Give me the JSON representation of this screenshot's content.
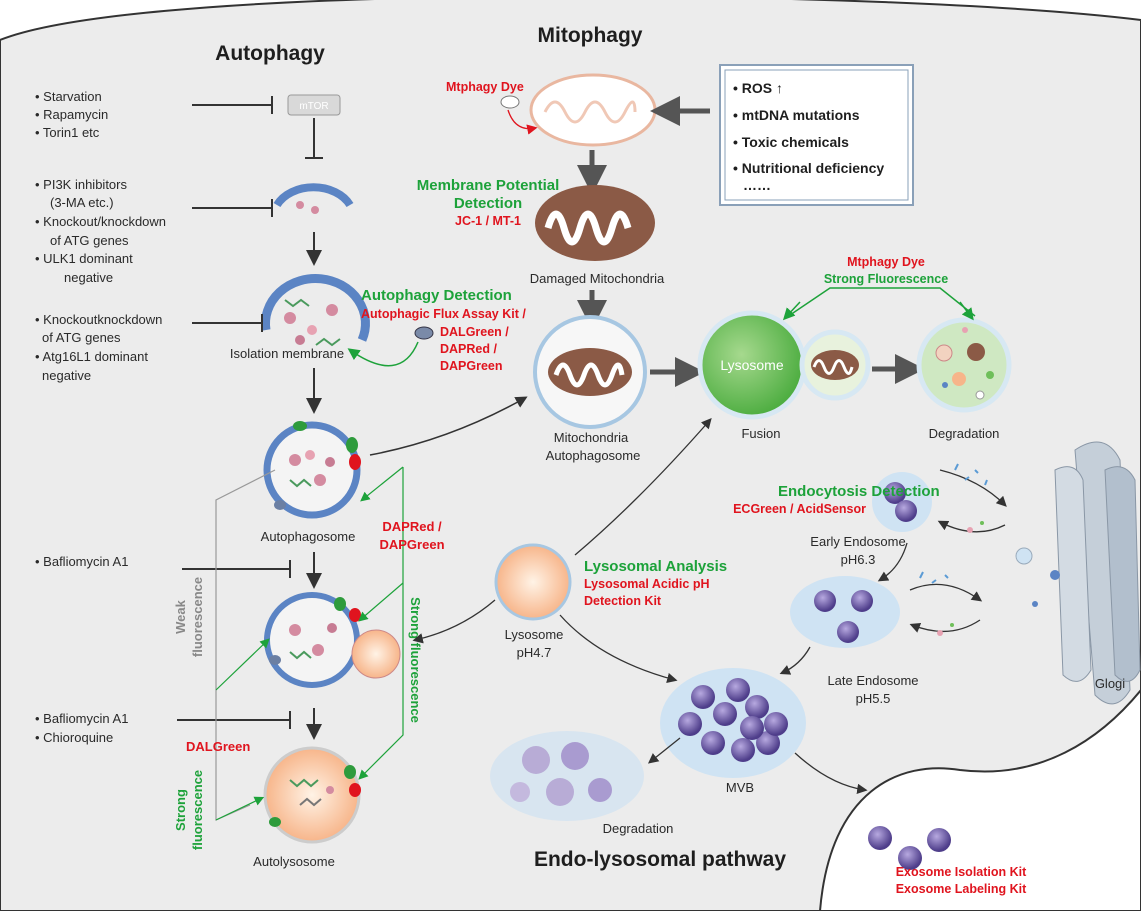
{
  "titles": {
    "autophagy": "Autophagy",
    "mitophagy": "Mitophagy",
    "endo": "Endo-lysosomal pathway"
  },
  "autophagy": {
    "inducers1": [
      "• Starvation",
      "• Rapamycin",
      "• Torin1 etc"
    ],
    "mtor": "mTOR",
    "inhibitors1": [
      "• PI3K inhibitors",
      "(3-MA etc.)",
      "• Knockout/knockdown",
      "of ATG genes",
      "• ULK1 dominant",
      "negative"
    ],
    "inhibitors2": [
      "• Knockoutknockdown",
      "of ATG genes",
      "• Atg16L1 dominant",
      "negative"
    ],
    "isolation_membrane": "Isolation membrane",
    "autophagosome": "Autophagosome",
    "autolysosome": "Autolysosome",
    "bafilomycin1": "• Bafliomycin A1",
    "bafilomycin2": [
      "• Bafliomycin A1",
      "• Chioroquine"
    ],
    "weak_fluorescence": [
      "Weak",
      "fluorescence"
    ],
    "strong_fluorescence_left": [
      "Strong",
      "fluorescence"
    ],
    "strong_fluorescence_right": "Strong fluorescence",
    "detection_title": "Autophagy Detection",
    "detection_kits": [
      "Autophagic Flux Assay Kit /",
      "DALGreen /",
      "DAPRed /",
      "DAPGreen"
    ],
    "dapred_dapgreen": [
      "DAPRed /",
      "DAPGreen"
    ],
    "dalgreen": "DALGreen"
  },
  "mitophagy": {
    "dye": "Mtphagy Dye",
    "stress_list": [
      "• ROS ↑",
      "• mtDNA mutations",
      "• Toxic chemicals",
      "• Nutritional deficiency",
      "……"
    ],
    "membrane_potential": [
      "Membrane Potential",
      "Detection"
    ],
    "jc1": "JC-1 / MT-1",
    "damaged": "Damaged  Mitochondria",
    "mito_autophagosome": [
      "Mitochondria",
      "Autophagosome"
    ],
    "lysosome_label": "Lysosome",
    "fusion": "Fusion",
    "degradation": "Degradation",
    "dye_strong": [
      "Mtphagy Dye",
      "Strong Fluorescence"
    ]
  },
  "endo": {
    "endocytosis_title": "Endocytosis Detection",
    "endocytosis_kits": "ECGreen / AcidSensor",
    "early_endosome": [
      "Early Endosome",
      "pH6.3"
    ],
    "late_endosome": [
      "Late Endosome",
      "pH5.5"
    ],
    "golgi": "Glogi",
    "lysosomal_title": "Lysosomal Analysis",
    "lysosomal_kits": [
      "Lysosomal Acidic pH",
      "Detection Kit"
    ],
    "lysosome": [
      "Lysosome",
      "pH4.7"
    ],
    "mvb": "MVB",
    "degradation": "Degradation",
    "exosome_kits": [
      "Exosome Isolation Kit",
      "Exosome Labeling Kit"
    ]
  },
  "colors": {
    "cell_bg": "#ececec",
    "green": "#1da23a",
    "red": "#e0141e",
    "mito_brown": "#8b5a46",
    "lysosome_green": "#6fbf5a",
    "vesicle_purple": "#5e4a9a"
  }
}
